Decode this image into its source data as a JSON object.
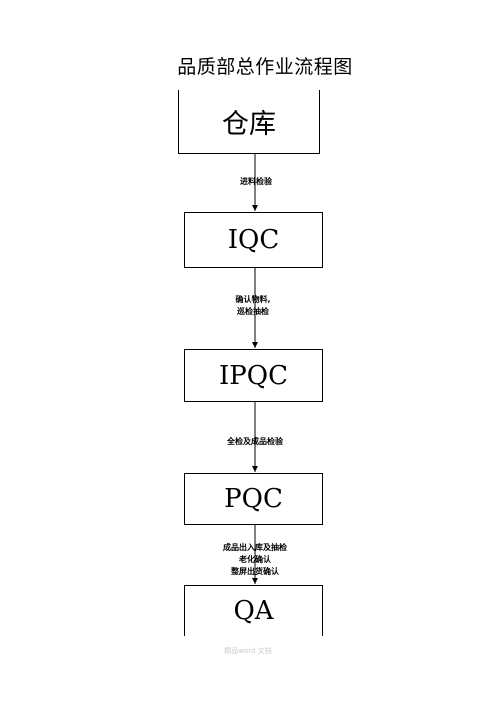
{
  "title": "品质部总作业流程图",
  "nodes": [
    "仓库",
    "IQC",
    "IPQC",
    "PQC",
    "QA"
  ],
  "edges": [
    [
      "进料检验"
    ],
    [
      "确认物料,",
      "巡检抽检"
    ],
    [
      "全检及成品检验"
    ],
    [
      "成品出入库及抽检",
      "老化确认",
      "整屏出货确认"
    ]
  ],
  "footer": "精品word 文档"
}
